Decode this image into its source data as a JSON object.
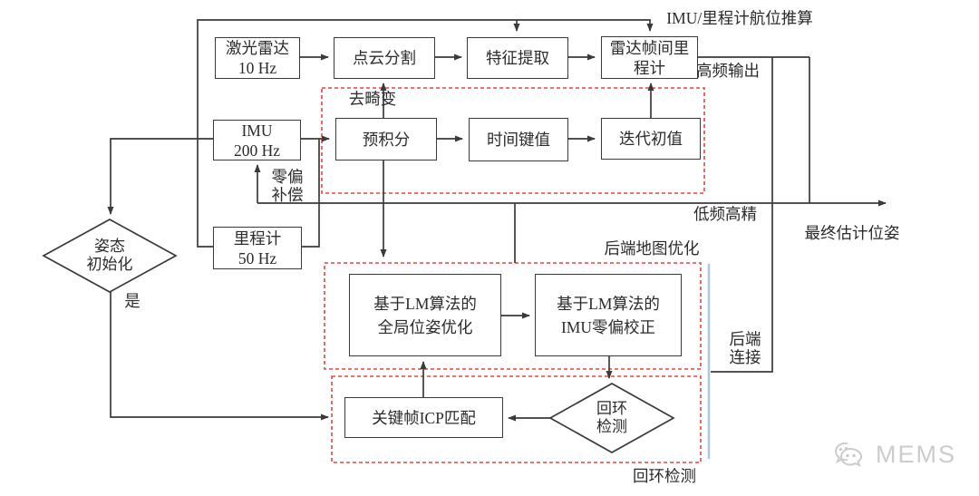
{
  "boxes": {
    "lidar": {
      "line1": "激光雷达",
      "line2": "10 Hz"
    },
    "pointcloud_seg": {
      "line1": "点云分割"
    },
    "feature_extract": {
      "line1": "特征提取"
    },
    "lidar_odometry": {
      "line1": "雷达帧间里",
      "line2": "程计"
    },
    "imu": {
      "line1": "IMU",
      "line2": "200 Hz"
    },
    "preintegration": {
      "line1": "预积分"
    },
    "time_key": {
      "line1": "时间键值"
    },
    "iter_init": {
      "line1": "迭代初值"
    },
    "odometer": {
      "line1": "里程计",
      "line2": "50 Hz"
    },
    "global_opt": {
      "line1": "基于LM算法的",
      "line2": "全局位姿优化"
    },
    "imu_bias_correct": {
      "line1": "基于LM算法的",
      "line2": "IMU零偏校正"
    },
    "keyframe_icp": {
      "line1": "关键帧ICP匹配"
    }
  },
  "diamonds": {
    "pose_init": {
      "line1": "姿态",
      "line2": "初始化"
    },
    "loop_detect": {
      "line1": "回环",
      "line2": "检测"
    }
  },
  "labels": {
    "dead_reckoning": "IMU/里程计航位推算",
    "high_freq_output": "高频输出",
    "de_distortion": "去畸变",
    "bias_comp_line1": "零偏",
    "bias_comp_line2": "补偿",
    "low_freq_high_acc": "低频高精",
    "final_pose": "最终估计位姿",
    "backend_map_opt": "后端地图优化",
    "backend_conn_line1": "后端",
    "backend_conn_line2": "连接",
    "loop_detect_group": "回环检测",
    "yes": "是"
  },
  "watermark": {
    "brand": "MEMS"
  },
  "colors": {
    "line": "#3a3a3a",
    "dashed_red": "#e8453c",
    "blue_accent": "#a9c7e6",
    "watermark_gray": "#cccccc"
  }
}
